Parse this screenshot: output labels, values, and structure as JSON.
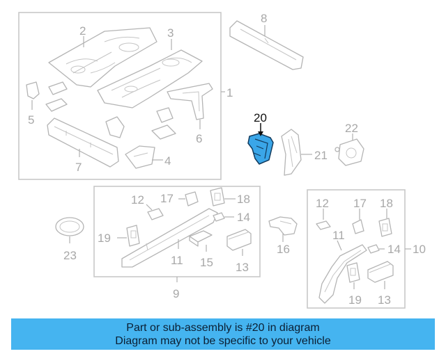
{
  "diagram": {
    "highlighted_part": "20",
    "callouts": {
      "c1": "1",
      "c2": "2",
      "c3": "3",
      "c4": "4",
      "c5": "5",
      "c6": "6",
      "c7": "7",
      "c8": "8",
      "c9": "9",
      "c10": "10",
      "c11a": "11",
      "c12a": "12",
      "c13a": "13",
      "c14a": "14",
      "c15": "15",
      "c16": "16",
      "c17a": "17",
      "c18a": "18",
      "c19a": "19",
      "c20": "20",
      "c21": "21",
      "c22": "22",
      "c23": "23",
      "c11b": "11",
      "c12b": "12",
      "c13b": "13",
      "c14b": "14",
      "c17b": "17",
      "c18b": "18",
      "c19b": "19"
    },
    "colors": {
      "highlight": "#3aa6e8",
      "banner": "#45b4f0",
      "parts": "#b4b4b4"
    }
  },
  "banner": {
    "line1": "Part or sub-assembly is #20 in diagram",
    "line2": "Diagram may not be specific to your vehicle"
  }
}
